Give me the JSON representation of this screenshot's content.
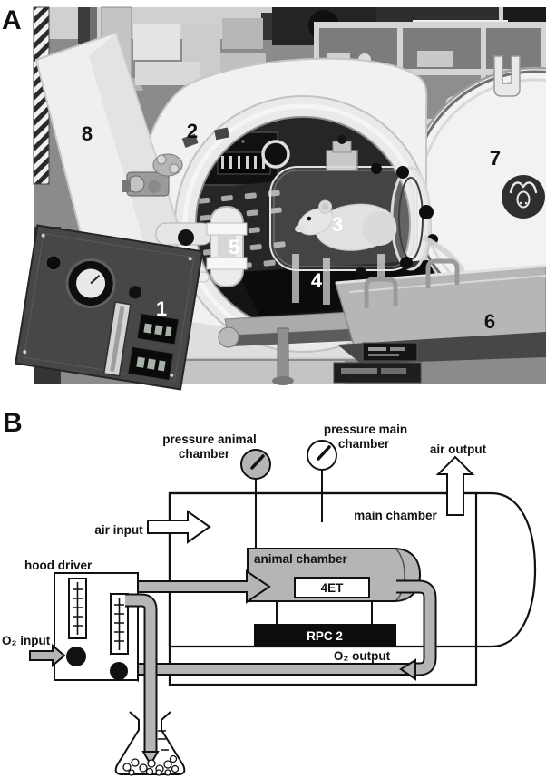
{
  "colors": {
    "diagram_gray": "#b5b5b5",
    "diagram_black": "#111111",
    "rpc_box_black": "#0d0d0d",
    "gauge_animal_fill": "#b5b5b5",
    "gauge_main_fill": "#ffffff"
  },
  "panel_a": {
    "label": "A",
    "numbers": [
      {
        "n": "1",
        "color": "#ffffff"
      },
      {
        "n": "2",
        "color": "#111111"
      },
      {
        "n": "3",
        "color": "#ffffff"
      },
      {
        "n": "4",
        "color": "#ffffff"
      },
      {
        "n": "5",
        "color": "#ffffff"
      },
      {
        "n": "6",
        "color": "#111111"
      },
      {
        "n": "7",
        "color": "#111111"
      },
      {
        "n": "8",
        "color": "#111111"
      }
    ]
  },
  "panel_b": {
    "label": "B",
    "gauges": {
      "animal": {
        "label_line1": "pressure animal",
        "label_line2": "chamber"
      },
      "main": {
        "label_line1": "pressure main",
        "label_line2": "chamber"
      }
    },
    "flows": {
      "air_input": "air input",
      "air_output": "air output",
      "o2_input": "O₂ input",
      "o2_output": "O₂ output"
    },
    "components": {
      "main_chamber": "main chamber",
      "animal_chamber": "animal chamber",
      "et4": "4ET",
      "rpc2": "RPC 2",
      "hood_driver": "hood driver"
    }
  }
}
